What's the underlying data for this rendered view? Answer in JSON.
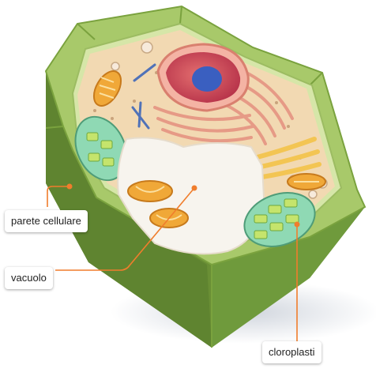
{
  "labels": {
    "cell_wall": "parete cellulare",
    "vacuole": "vacuolo",
    "chloroplasts": "cloroplasti"
  },
  "colors": {
    "leader_line": "#f07d2c",
    "cell_wall": "#8db850",
    "cytoplasm": "#f2d9b2",
    "vacuole": "#f7f4ee",
    "nucleus": "#3a5fc0",
    "chloroplast": "#8fd9b4",
    "mitochondrion": "#f0a838"
  }
}
